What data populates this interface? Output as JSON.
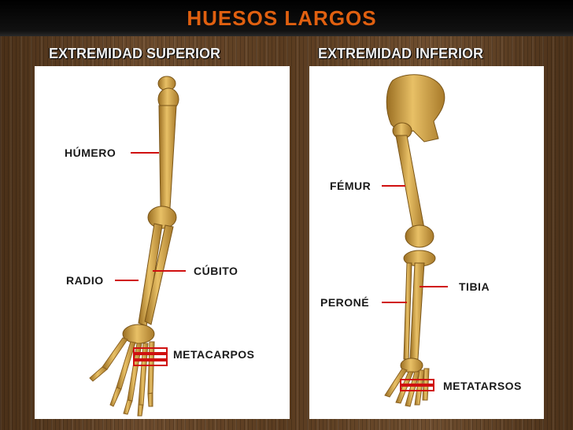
{
  "slide": {
    "title": "HUESOS LARGOS"
  },
  "upper_limb": {
    "heading": "EXTREMIDAD SUPERIOR",
    "labels": {
      "humero": "HÚMERO",
      "radio": "RADIO",
      "cubito": "CÚBITO",
      "metacarpos": "METACARPOS"
    }
  },
  "lower_limb": {
    "heading": "EXTREMIDAD INFERIOR",
    "labels": {
      "femur": "FÉMUR",
      "tibia": "TIBIA",
      "perone": "PERONÉ",
      "metatarsos": "METATARSOS"
    }
  },
  "colors": {
    "title": "#e06010",
    "bone": "#d9ad4e",
    "bone_shadow": "#9a6e22",
    "pointer": "#d01010"
  }
}
